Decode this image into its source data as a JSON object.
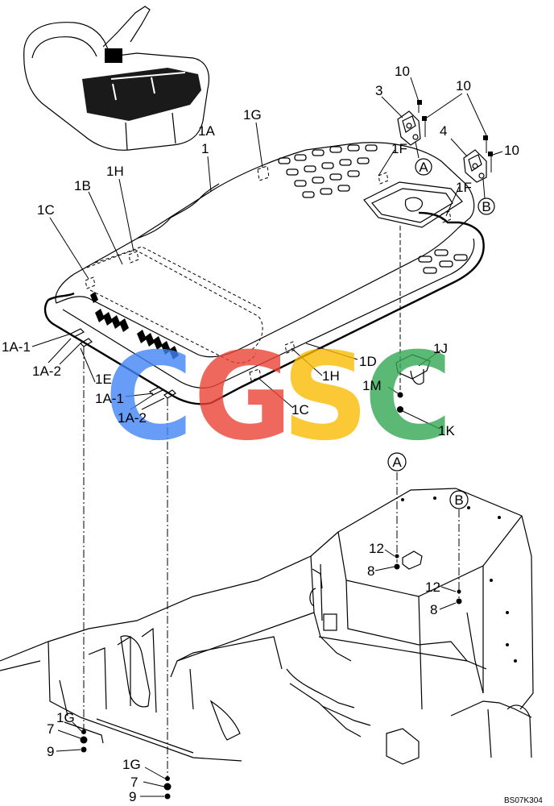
{
  "diagram": {
    "callouts": {
      "c_1A": "1A",
      "c_1": "1",
      "c_1G_top": "1G",
      "c_1B": "1B",
      "c_1H_top": "1H",
      "c_1C_left": "1C",
      "c_1A1_left": "1A-1",
      "c_1A2_left": "1A-2",
      "c_1E": "1E",
      "c_1A1_mid": "1A-1",
      "c_1A2_mid": "1A-2",
      "c_1C_mid": "1C",
      "c_1H_mid": "1H",
      "c_1D": "1D",
      "c_1F_upper": "1F",
      "c_1F_lower": "1F",
      "c_1J": "1J",
      "c_1M": "1M",
      "c_1K": "1K",
      "c_3": "3",
      "c_4": "4",
      "c_10_a": "10",
      "c_10_b": "10",
      "c_10_c": "10",
      "c_12_a": "12",
      "c_8_a": "8",
      "c_12_b": "12",
      "c_8_b": "8",
      "c_1G_bl": "1G",
      "c_7_bl": "7",
      "c_9_bl": "9",
      "c_1G_br": "1G",
      "c_7_br": "7",
      "c_9_br": "9"
    },
    "ref_marks": {
      "a_top": "A",
      "b_top": "B",
      "a_bottom": "A",
      "b_bottom": "B"
    },
    "drawing_code": "BS07K304"
  },
  "watermark": {
    "letters": [
      "C",
      "G",
      "S",
      "C"
    ],
    "colors": [
      "#4285F4",
      "#EA4335",
      "#FBBC05",
      "#34A853"
    ]
  }
}
